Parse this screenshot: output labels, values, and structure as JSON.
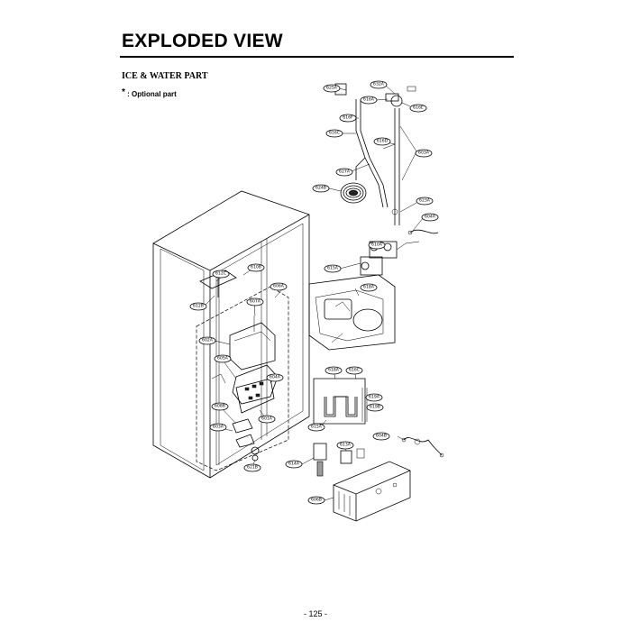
{
  "header": {
    "title": "EXPLODED VIEW"
  },
  "section": {
    "title": "ICE & WATER PART"
  },
  "note": {
    "star": "*",
    "text": ": Optional part"
  },
  "footer": {
    "page": "- 125 -"
  },
  "callouts": [
    {
      "id": "c625A",
      "label": "625A"
    },
    {
      "id": "c632A",
      "label": "632A"
    },
    {
      "id": "c616A",
      "label": "616A"
    },
    {
      "id": "c616E",
      "label": "616E"
    },
    {
      "id": "c616F",
      "label": "616F"
    },
    {
      "id": "c616C_top",
      "label": "616C"
    },
    {
      "id": "c616D",
      "label": "616D"
    },
    {
      "id": "c603A",
      "label": "603A"
    },
    {
      "id": "c627A",
      "label": "627A"
    },
    {
      "id": "c624B",
      "label": "624B"
    },
    {
      "id": "c623A",
      "label": "623A"
    },
    {
      "id": "c604A_top",
      "label": "604A"
    },
    {
      "id": "c610A",
      "label": "610A"
    },
    {
      "id": "c615A",
      "label": "615A"
    },
    {
      "id": "c618A_box",
      "label": "618A"
    },
    {
      "id": "c612C",
      "label": "612C"
    },
    {
      "id": "c610B",
      "label": "610B"
    },
    {
      "id": "c606A",
      "label": "606A"
    },
    {
      "id": "c607A",
      "label": "607A"
    },
    {
      "id": "c612B",
      "label": "612B"
    },
    {
      "id": "c602A",
      "label": "602A"
    },
    {
      "id": "c605A",
      "label": "605A"
    },
    {
      "id": "c604A_mid",
      "label": "604A"
    },
    {
      "id": "c608B",
      "label": "608B"
    },
    {
      "id": "c601A",
      "label": "601A"
    },
    {
      "id": "c603A_low",
      "label": "603A"
    },
    {
      "id": "c621B",
      "label": "621B"
    },
    {
      "id": "c618A_heater",
      "label": "618A"
    },
    {
      "id": "c616C_mid",
      "label": "616C"
    },
    {
      "id": "c619A",
      "label": "619A"
    },
    {
      "id": "c619B",
      "label": "619B"
    },
    {
      "id": "c615A_low",
      "label": "615A"
    },
    {
      "id": "c604B",
      "label": "604B"
    },
    {
      "id": "c613A",
      "label": "613A"
    },
    {
      "id": "c614A",
      "label": "614A"
    },
    {
      "id": "c606B",
      "label": "606B"
    }
  ]
}
